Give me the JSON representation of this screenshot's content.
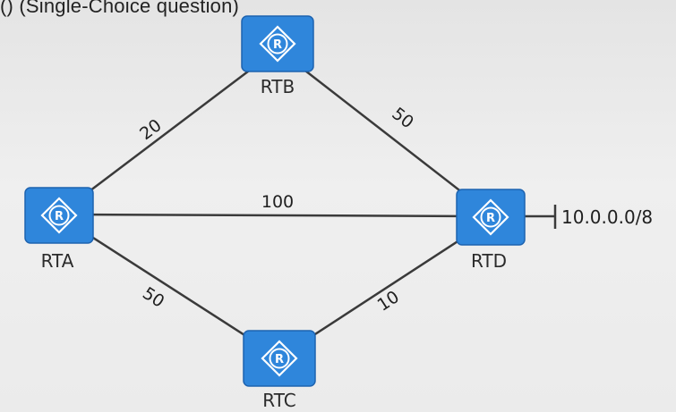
{
  "caption": "() (Single-Choice question)",
  "colors": {
    "router_fill": "#2f86db",
    "router_border": "#1d63b0",
    "router_icon": "#ffffff",
    "link": "#3a3a3a",
    "background": "#ececec"
  },
  "nodes": [
    {
      "id": "RTA",
      "label": "RTA",
      "icon": "router-icon"
    },
    {
      "id": "RTB",
      "label": "RTB",
      "icon": "router-icon"
    },
    {
      "id": "RTC",
      "label": "RTC",
      "icon": "router-icon"
    },
    {
      "id": "RTD",
      "label": "RTD",
      "icon": "router-icon"
    }
  ],
  "links": [
    {
      "from": "RTA",
      "to": "RTB",
      "cost": "20"
    },
    {
      "from": "RTB",
      "to": "RTD",
      "cost": "50"
    },
    {
      "from": "RTA",
      "to": "RTD",
      "cost": "100"
    },
    {
      "from": "RTA",
      "to": "RTC",
      "cost": "50"
    },
    {
      "from": "RTC",
      "to": "RTD",
      "cost": "10"
    }
  ],
  "network": {
    "attached_to": "RTD",
    "label": "10.0.0.0/8"
  }
}
